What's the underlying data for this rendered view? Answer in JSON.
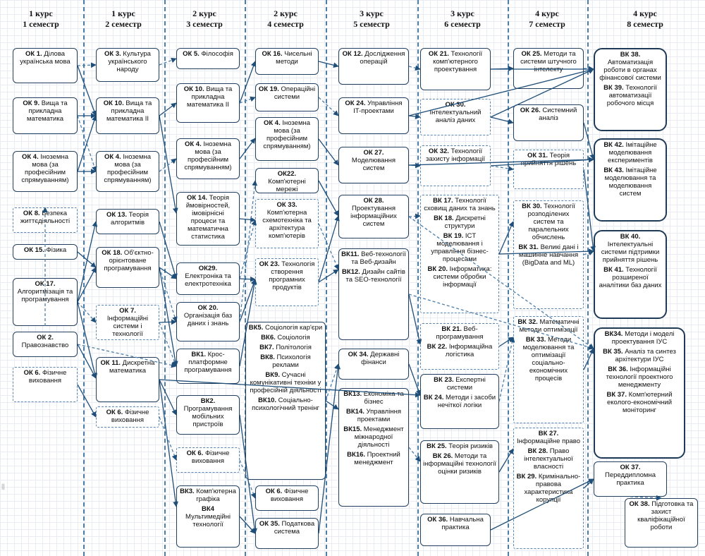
{
  "columns": [
    {
      "course": "1 курс",
      "semester": "1 семестр"
    },
    {
      "course": "1 курс",
      "semester": "2 семестр"
    },
    {
      "course": "2 курс",
      "semester": "3 семестр"
    },
    {
      "course": "2 курс",
      "semester": "4 семестр"
    },
    {
      "course": "3 курс",
      "semester": "5 семестр"
    },
    {
      "course": "3 курс",
      "semester": "6 семестр"
    },
    {
      "course": "4 курс",
      "semester": "7 семестр"
    },
    {
      "course": "4 курс",
      "semester": "8 семестр"
    }
  ],
  "nodes": [
    {
      "id": "ok1",
      "entries": [
        {
          "code": "ОК 1.",
          "title": "Ділова українська мова"
        }
      ]
    },
    {
      "id": "ok9",
      "entries": [
        {
          "code": "ОК 9.",
          "title": "Вища та прикладна математика"
        }
      ]
    },
    {
      "id": "ok4a",
      "entries": [
        {
          "code": "ОК 4.",
          "title": "Іноземна мова (за професійним спрямуванням)"
        }
      ]
    },
    {
      "id": "ok8",
      "entries": [
        {
          "code": "ОК 8.",
          "title": "Безпека життєдіяльності"
        }
      ]
    },
    {
      "id": "ok15",
      "entries": [
        {
          "code": "ОК 15.",
          "title": "Фізика"
        }
      ]
    },
    {
      "id": "ok17",
      "entries": [
        {
          "code": "ОК 17.",
          "title": "Алгоритмізація та програмування"
        }
      ]
    },
    {
      "id": "ok2",
      "entries": [
        {
          "code": "ОК 2.",
          "title": "Правознавство"
        }
      ]
    },
    {
      "id": "ok6a",
      "entries": [
        {
          "code": "ОК 6.",
          "title": "Фізичне виховання"
        }
      ]
    },
    {
      "id": "ok3",
      "entries": [
        {
          "code": "ОК 3.",
          "title": "Культура українського народу"
        }
      ]
    },
    {
      "id": "ok10a",
      "entries": [
        {
          "code": "ОК 10.",
          "title": "Вища та прикладна математика II"
        }
      ]
    },
    {
      "id": "ok4b",
      "entries": [
        {
          "code": "ОК 4.",
          "title": "Іноземна мова (за професійним спрямуванням)"
        }
      ]
    },
    {
      "id": "ok13",
      "entries": [
        {
          "code": "ОК 13.",
          "title": "Теорія алгоритмів"
        }
      ]
    },
    {
      "id": "ok18",
      "entries": [
        {
          "code": "ОК 18.",
          "title": "Об'єктно-орієнтоване програмування"
        }
      ]
    },
    {
      "id": "ok7",
      "entries": [
        {
          "code": "ОК 7.",
          "title": "Інформаційні системи і технології"
        }
      ]
    },
    {
      "id": "ok11",
      "entries": [
        {
          "code": "ОК 11.",
          "title": "Дискретна математика"
        }
      ]
    },
    {
      "id": "ok6b",
      "entries": [
        {
          "code": "ОК 6.",
          "title": "Фізичне виховання"
        }
      ]
    },
    {
      "id": "ok5",
      "entries": [
        {
          "code": "ОК 5.",
          "title": "Філософія"
        }
      ]
    },
    {
      "id": "ok10b",
      "entries": [
        {
          "code": "ОК 10.",
          "title": "Вища та прикладна математика II"
        }
      ]
    },
    {
      "id": "ok4c",
      "entries": [
        {
          "code": "ОК 4.",
          "title": "Іноземна мова (за професійним спрямуванням)"
        }
      ]
    },
    {
      "id": "ok14",
      "entries": [
        {
          "code": "ОК 14.",
          "title": "Теорія ймовірностей, імовірнісні процеси та математична статистика"
        }
      ]
    },
    {
      "id": "ok29",
      "entries": [
        {
          "code": "ОК29.",
          "title": "Електроніка та електротехніка"
        }
      ]
    },
    {
      "id": "ok20",
      "entries": [
        {
          "code": "ОК 20.",
          "title": "Організація баз даних і знань"
        }
      ]
    },
    {
      "id": "vk1",
      "entries": [
        {
          "code": "ВК1.",
          "title": "Крос-платформне програмування"
        }
      ]
    },
    {
      "id": "vk2",
      "entries": [
        {
          "code": "ВК2.",
          "title": "Програмування мобільних пристроїв"
        }
      ]
    },
    {
      "id": "ok6c",
      "entries": [
        {
          "code": "ОК 6.",
          "title": "Фізичне виховання"
        }
      ]
    },
    {
      "id": "vk34",
      "entries": [
        {
          "code": "ВК3.",
          "title": "Комп'ютерна графіка"
        },
        {
          "code": "ВК4",
          "title": "Мультимедійні технології"
        }
      ]
    },
    {
      "id": "ok16",
      "entries": [
        {
          "code": "ОК 16.",
          "title": "Чисельні методи"
        }
      ]
    },
    {
      "id": "ok19",
      "entries": [
        {
          "code": "ОК 19.",
          "title": "Операційні системи"
        }
      ]
    },
    {
      "id": "ok4d",
      "entries": [
        {
          "code": "ОК 4.",
          "title": "Іноземна мова (за професійним спрямуванням)"
        }
      ]
    },
    {
      "id": "ok22",
      "entries": [
        {
          "code": "ОК22.",
          "title": "Комп'ютерні мережі"
        }
      ]
    },
    {
      "id": "ok33",
      "entries": [
        {
          "code": "ОК 33.",
          "title": "Комп'ютерна схемотехніка та архітектура комп'ютерів"
        }
      ]
    },
    {
      "id": "ok23",
      "entries": [
        {
          "code": "ОК 23.",
          "title": "Технологія створення програмних продуктів"
        }
      ]
    },
    {
      "id": "vk510",
      "entries": [
        {
          "code": "ВК5.",
          "title": "Соціологія кар'єри"
        },
        {
          "code": "ВК6.",
          "title": "Соціологія"
        },
        {
          "code": "ВК7.",
          "title": "Політологія"
        },
        {
          "code": "ВК8.",
          "title": "Психологія реклами"
        },
        {
          "code": "ВК9.",
          "title": "Сучасні комунікативні техніки у професійній діяльності"
        },
        {
          "code": "ВК10.",
          "title": "Соціально-психологічний тренінг"
        }
      ]
    },
    {
      "id": "ok6d",
      "entries": [
        {
          "code": "ОК 6.",
          "title": "Фізичне виховання"
        }
      ]
    },
    {
      "id": "ok35",
      "entries": [
        {
          "code": "ОК 35.",
          "title": "Податкова система"
        }
      ]
    },
    {
      "id": "ok12",
      "entries": [
        {
          "code": "ОК 12.",
          "title": "Дослідження операцій"
        }
      ]
    },
    {
      "id": "ok24",
      "entries": [
        {
          "code": "ОК 24.",
          "title": "Управління IT-проектами"
        }
      ]
    },
    {
      "id": "ok27",
      "entries": [
        {
          "code": "ОК 27.",
          "title": "Моделювання систем"
        }
      ]
    },
    {
      "id": "ok28",
      "entries": [
        {
          "code": "ОК 28.",
          "title": "Проектування інформаційних систем"
        }
      ]
    },
    {
      "id": "vk1112",
      "entries": [
        {
          "code": "ВК11.",
          "title": "Веб-технології та Веб-дизайн"
        },
        {
          "code": "ВК12.",
          "title": "Дизайн сайтів та SEO-технології"
        }
      ]
    },
    {
      "id": "ok34",
      "entries": [
        {
          "code": "ОК 34.",
          "title": "Державні фінанси"
        }
      ]
    },
    {
      "id": "vk1316",
      "entries": [
        {
          "code": "ВК13.",
          "title": "Економіка та бізнес"
        },
        {
          "code": "ВК14.",
          "title": "Управління проектами"
        },
        {
          "code": "ВК15.",
          "title": "Менеджмент міжнародної діяльності"
        },
        {
          "code": "ВК16.",
          "title": "Проектний менеджмент"
        }
      ]
    },
    {
      "id": "ok21",
      "entries": [
        {
          "code": "ОК 21.",
          "title": "Технології комп'ютерного проектування"
        }
      ]
    },
    {
      "id": "ok30a",
      "entries": [
        {
          "code": "ОК 30.",
          "title": "Інтелектуальний аналіз даних"
        }
      ]
    },
    {
      "id": "ok32",
      "entries": [
        {
          "code": "ОК 32.",
          "title": "Технології захисту інформації"
        }
      ]
    },
    {
      "id": "vk1720",
      "entries": [
        {
          "code": "ВК 17.",
          "title": "Технології сховищ даних та знань"
        },
        {
          "code": "ВК 18.",
          "title": "Дискретні структури"
        },
        {
          "code": "ВК 19.",
          "title": "ICT моделювання і управління бізнес-процесами"
        },
        {
          "code": "ВК 20.",
          "title": "Інформатика: системи обробки інформації"
        }
      ]
    },
    {
      "id": "vk2122",
      "entries": [
        {
          "code": "ВК 21.",
          "title": "Веб-програмування"
        },
        {
          "code": "ВК 22.",
          "title": "Інформаційна логістика"
        }
      ]
    },
    {
      "id": "vk2324",
      "entries": [
        {
          "code": "ВК 23.",
          "title": "Експертні системи"
        },
        {
          "code": "ВК 24.",
          "title": "Методи і засоби нечіткої логіки"
        }
      ]
    },
    {
      "id": "vk2526",
      "entries": [
        {
          "code": "ВК 25.",
          "title": "Теорія ризиків"
        },
        {
          "code": "ВК 26.",
          "title": "Методи та інформаційні технології оцінки ризиків"
        }
      ]
    },
    {
      "id": "ok36",
      "entries": [
        {
          "code": "ОК 36.",
          "title": "Навчальна практика"
        }
      ]
    },
    {
      "id": "ok25",
      "entries": [
        {
          "code": "ОК 25.",
          "title": "Методи та системи штучного інтелекту"
        }
      ]
    },
    {
      "id": "ok26",
      "entries": [
        {
          "code": "ОК 26.",
          "title": "Системний аналіз"
        }
      ]
    },
    {
      "id": "ok31",
      "entries": [
        {
          "code": "ОК 31.",
          "title": "Теорія прийняття рішень"
        }
      ]
    },
    {
      "id": "vk3031",
      "entries": [
        {
          "code": "ВК 30.",
          "title": "Технології розподілених систем та паралельних обчислень"
        },
        {
          "code": "ВК 31.",
          "title": "Великі дані і машинне навчання (BigData and ML)"
        }
      ]
    },
    {
      "id": "vk3233",
      "entries": [
        {
          "code": "ВК 32.",
          "title": "Математичні методи оптимізації"
        },
        {
          "code": "ВК 33.",
          "title": "Методи моделювання та оптимізації соціально-економічних процесів"
        }
      ]
    },
    {
      "id": "vk2729",
      "entries": [
        {
          "code": "ВК 27.",
          "title": "Інформаційне право"
        },
        {
          "code": "ВК 28.",
          "title": "Право інтелектуальної власності"
        },
        {
          "code": "ВК 29.",
          "title": "Кримінально-правова характеристика корупції"
        }
      ]
    },
    {
      "id": "vk3839",
      "entries": [
        {
          "code": "ВК 38.",
          "title": "Автоматизація роботи в органах фінансової системи"
        },
        {
          "code": "ВК 39.",
          "title": "Технології автоматизації робочого місця"
        }
      ]
    },
    {
      "id": "vk4243",
      "entries": [
        {
          "code": "ВК 42.",
          "title": "Імітаційне моделювання експериментів"
        },
        {
          "code": "ВК 43.",
          "title": "Імітаційне моделювання та моделювання систем"
        }
      ]
    },
    {
      "id": "vk4041",
      "entries": [
        {
          "code": "ВК 40.",
          "title": "Інтелектуальні системи підтримки прийняття рішень"
        },
        {
          "code": "ВК 41.",
          "title": "Технології розширеної аналітики баз даних"
        }
      ]
    },
    {
      "id": "vk3437",
      "entries": [
        {
          "code": "ВК34.",
          "title": "Методи і моделі проектування ІУС"
        },
        {
          "code": "ВК 35.",
          "title": "Аналіз та синтез архітектури ІУС"
        },
        {
          "code": "ВК 36.",
          "title": "Інформаційні технології проектного менеджменту"
        },
        {
          "code": "ВК 37.",
          "title": "Комп'ютерний еколого-економічний моніторинг"
        }
      ]
    },
    {
      "id": "ok37",
      "entries": [
        {
          "code": "ОК 37.",
          "title": "Переддипломна практика"
        }
      ]
    },
    {
      "id": "ok38",
      "entries": [
        {
          "code": "ОК 38.",
          "title": "Підготовка та захист кваліфікаційної роботи"
        }
      ]
    }
  ],
  "edges": [
    [
      "ok1",
      "ok3"
    ],
    [
      "ok1",
      "ok10a"
    ],
    [
      "ok9",
      "ok10a"
    ],
    [
      "ok9",
      "ok4b"
    ],
    [
      "ok4a",
      "ok4b"
    ],
    [
      "ok4a",
      "ok10a"
    ],
    [
      "ok17",
      "ok8"
    ],
    [
      "ok17",
      "ok18"
    ],
    [
      "ok17",
      "ok13"
    ],
    [
      "ok17",
      "ok7"
    ],
    [
      "ok17",
      "ok11"
    ],
    [
      "ok15",
      "ok18"
    ],
    [
      "ok2",
      "vk1"
    ],
    [
      "ok6a",
      "ok6b"
    ],
    [
      "ok2",
      "ok11"
    ],
    [
      "ok3",
      "ok5"
    ],
    [
      "ok10a",
      "ok10b"
    ],
    [
      "ok10a",
      "ok14"
    ],
    [
      "ok4b",
      "ok4c"
    ],
    [
      "ok13",
      "ok29"
    ],
    [
      "ok18",
      "ok29"
    ],
    [
      "ok18",
      "ok20"
    ],
    [
      "ok18",
      "vk1"
    ],
    [
      "ok7",
      "ok20"
    ],
    [
      "ok7",
      "vk1"
    ],
    [
      "ok11",
      "vk2"
    ],
    [
      "ok11",
      "vk34"
    ],
    [
      "ok6b",
      "ok6c"
    ],
    [
      "ok11",
      "vk2324"
    ],
    [
      "ok10b",
      "ok16"
    ],
    [
      "ok10b",
      "ok19"
    ],
    [
      "ok4c",
      "ok4d"
    ],
    [
      "ok14",
      "ok33"
    ],
    [
      "ok29",
      "ok33"
    ],
    [
      "ok29",
      "ok23"
    ],
    [
      "ok20",
      "ok23"
    ],
    [
      "ok20",
      "ok22"
    ],
    [
      "vk1",
      "ok23"
    ],
    [
      "vk2",
      "ok35"
    ],
    [
      "ok6c",
      "ok6d"
    ],
    [
      "vk34",
      "ok35"
    ],
    [
      "ok16",
      "ok12"
    ],
    [
      "ok19",
      "ok24"
    ],
    [
      "ok4d",
      "ok27"
    ],
    [
      "ok22",
      "ok28"
    ],
    [
      "ok33",
      "vk1112"
    ],
    [
      "ok23",
      "ok28"
    ],
    [
      "ok23",
      "vk1112"
    ],
    [
      "vk510",
      "ok34"
    ],
    [
      "vk510",
      "vk1316"
    ],
    [
      "ok35",
      "ok34"
    ],
    [
      "ok12",
      "ok21"
    ],
    [
      "ok24",
      "ok30a"
    ],
    [
      "ok27",
      "ok32"
    ],
    [
      "ok28",
      "vk1720"
    ],
    [
      "vk1112",
      "vk2122"
    ],
    [
      "ok34",
      "vk2324"
    ],
    [
      "vk1316",
      "vk2526"
    ],
    [
      "ok21",
      "ok25"
    ],
    [
      "ok30a",
      "ok26"
    ],
    [
      "ok32",
      "ok31"
    ],
    [
      "vk1720",
      "vk3031"
    ],
    [
      "vk2122",
      "vk3233"
    ],
    [
      "vk2324",
      "vk3233"
    ],
    [
      "vk2526",
      "vk2729"
    ],
    [
      "ok36",
      "ok37"
    ],
    [
      "ok25",
      "vk3839"
    ],
    [
      "ok26",
      "vk4243"
    ],
    [
      "ok31",
      "vk4041"
    ],
    [
      "vk3031",
      "vk4041"
    ],
    [
      "vk3233",
      "vk3437"
    ],
    [
      "vk2729",
      "ok37"
    ],
    [
      "ok37",
      "ok38"
    ],
    [
      "ok24",
      "vk3839"
    ],
    [
      "ok27",
      "vk4243"
    ],
    [
      "ok28",
      "vk3437"
    ],
    [
      "vk1720",
      "vk4041"
    ],
    [
      "ok30a",
      "vk3839"
    ],
    [
      "vk1112",
      "vk3437"
    ],
    [
      "ok21",
      "vk3839"
    ],
    [
      "ok32",
      "vk4243"
    ]
  ],
  "colors": {
    "line": "#1f4e79",
    "dashed": "#4d7ea8",
    "border": "#23405e"
  }
}
